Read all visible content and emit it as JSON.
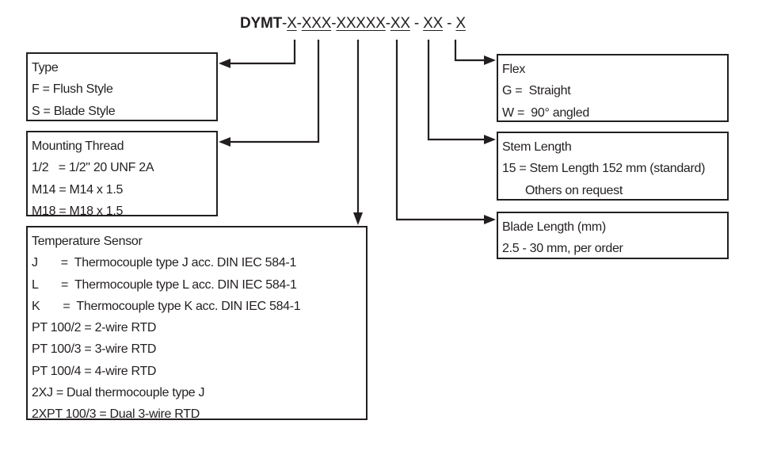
{
  "code": {
    "prefix": "DYMT",
    "segments": [
      "X",
      "XXX",
      "XXXXX",
      "XX",
      "XX",
      "X"
    ],
    "separators": [
      "-",
      "-",
      "-",
      "-",
      " - ",
      " - "
    ]
  },
  "boxes": {
    "type": {
      "title": "Type",
      "rows": [
        "F = Flush Style",
        "S = Blade Style"
      ]
    },
    "mounting": {
      "title": "Mounting Thread",
      "rows": [
        "1/2   = 1/2\" 20 UNF 2A",
        "M14 = M14 x 1.5",
        "M18 = M18 x 1.5"
      ]
    },
    "sensor": {
      "title": "Temperature Sensor",
      "rows": [
        "J       =  Thermocouple type J acc. DIN IEC 584-1",
        "L       =  Thermocouple type L acc. DIN IEC 584-1",
        "K       =  Thermocouple type K acc. DIN IEC 584-1",
        "PT 100/2 = 2-wire RTD",
        "PT 100/3 = 3-wire RTD",
        "PT 100/4 = 4-wire RTD",
        "2XJ = Dual thermocouple type J",
        "2XPT 100/3 = Dual 3-wire RTD"
      ]
    },
    "flex": {
      "title": "Flex",
      "rows": [
        "G =  Straight",
        "W =  90° angled"
      ]
    },
    "stem": {
      "title": "Stem Length",
      "rows": [
        "15 = Stem Length 152 mm (standard)",
        "       Others on request"
      ]
    },
    "blade": {
      "title": "Blade Length (mm)",
      "rows": [
        "2.5 - 30 mm, per order"
      ]
    }
  }
}
